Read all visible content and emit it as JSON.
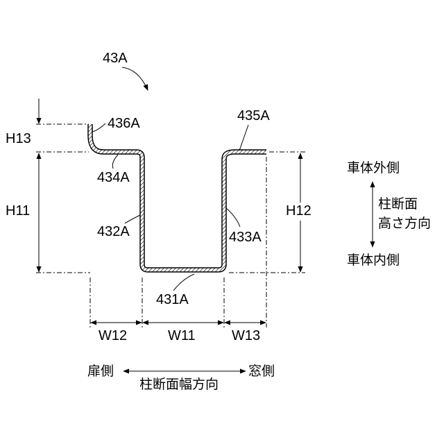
{
  "figure_label": "43A",
  "parts": {
    "bottom": "431A",
    "wall_left": "432A",
    "wall_right": "433A",
    "corner_left": "434A",
    "flange_right": "435A",
    "flange_left": "436A"
  },
  "dimensions": {
    "h13": "H13",
    "h11": "H11",
    "h12": "H12",
    "w12": "W12",
    "w11": "W11",
    "w13": "W13"
  },
  "directions": {
    "vehicle_outer": "車体外側",
    "column_height_line1": "柱断面",
    "column_height_line2": "高さ方向",
    "vehicle_inner": "車体内側",
    "door_side": "扉側",
    "window_side": "窓側",
    "column_width": "柱断面幅方向"
  }
}
